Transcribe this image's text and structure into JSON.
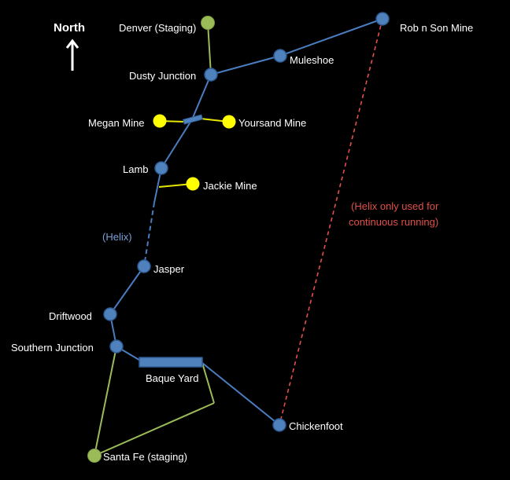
{
  "compass": {
    "label": "North"
  },
  "colors": {
    "track_main": "#4a7cc0",
    "track_staging": "#9bbb59",
    "track_spur": "#e6e600",
    "helix_dashed": "#e0504a",
    "station_fill": "#4f81bd",
    "station_stroke": "#2e5a92",
    "mine_fill": "#ffff00",
    "staging_fill": "#9bbb59"
  },
  "labels": {
    "denver": "Denver (Staging)",
    "dusty": "Dusty Junction",
    "muleshoe": "Muleshoe",
    "rob": "Rob n Son Mine",
    "megan": "Megan Mine",
    "yoursand": "Yoursand Mine",
    "lamb": "Lamb",
    "jackie": "Jackie Mine",
    "helix": "(Helix)",
    "jasper": "Jasper",
    "driftwood": "Driftwood",
    "southern": "Southern Junction",
    "baque": "Baque Yard",
    "chickenfoot": "Chickenfoot",
    "santafe": "Santa Fe (staging)",
    "note_line1": "(Helix only used for",
    "note_line2": "continuous running)"
  }
}
